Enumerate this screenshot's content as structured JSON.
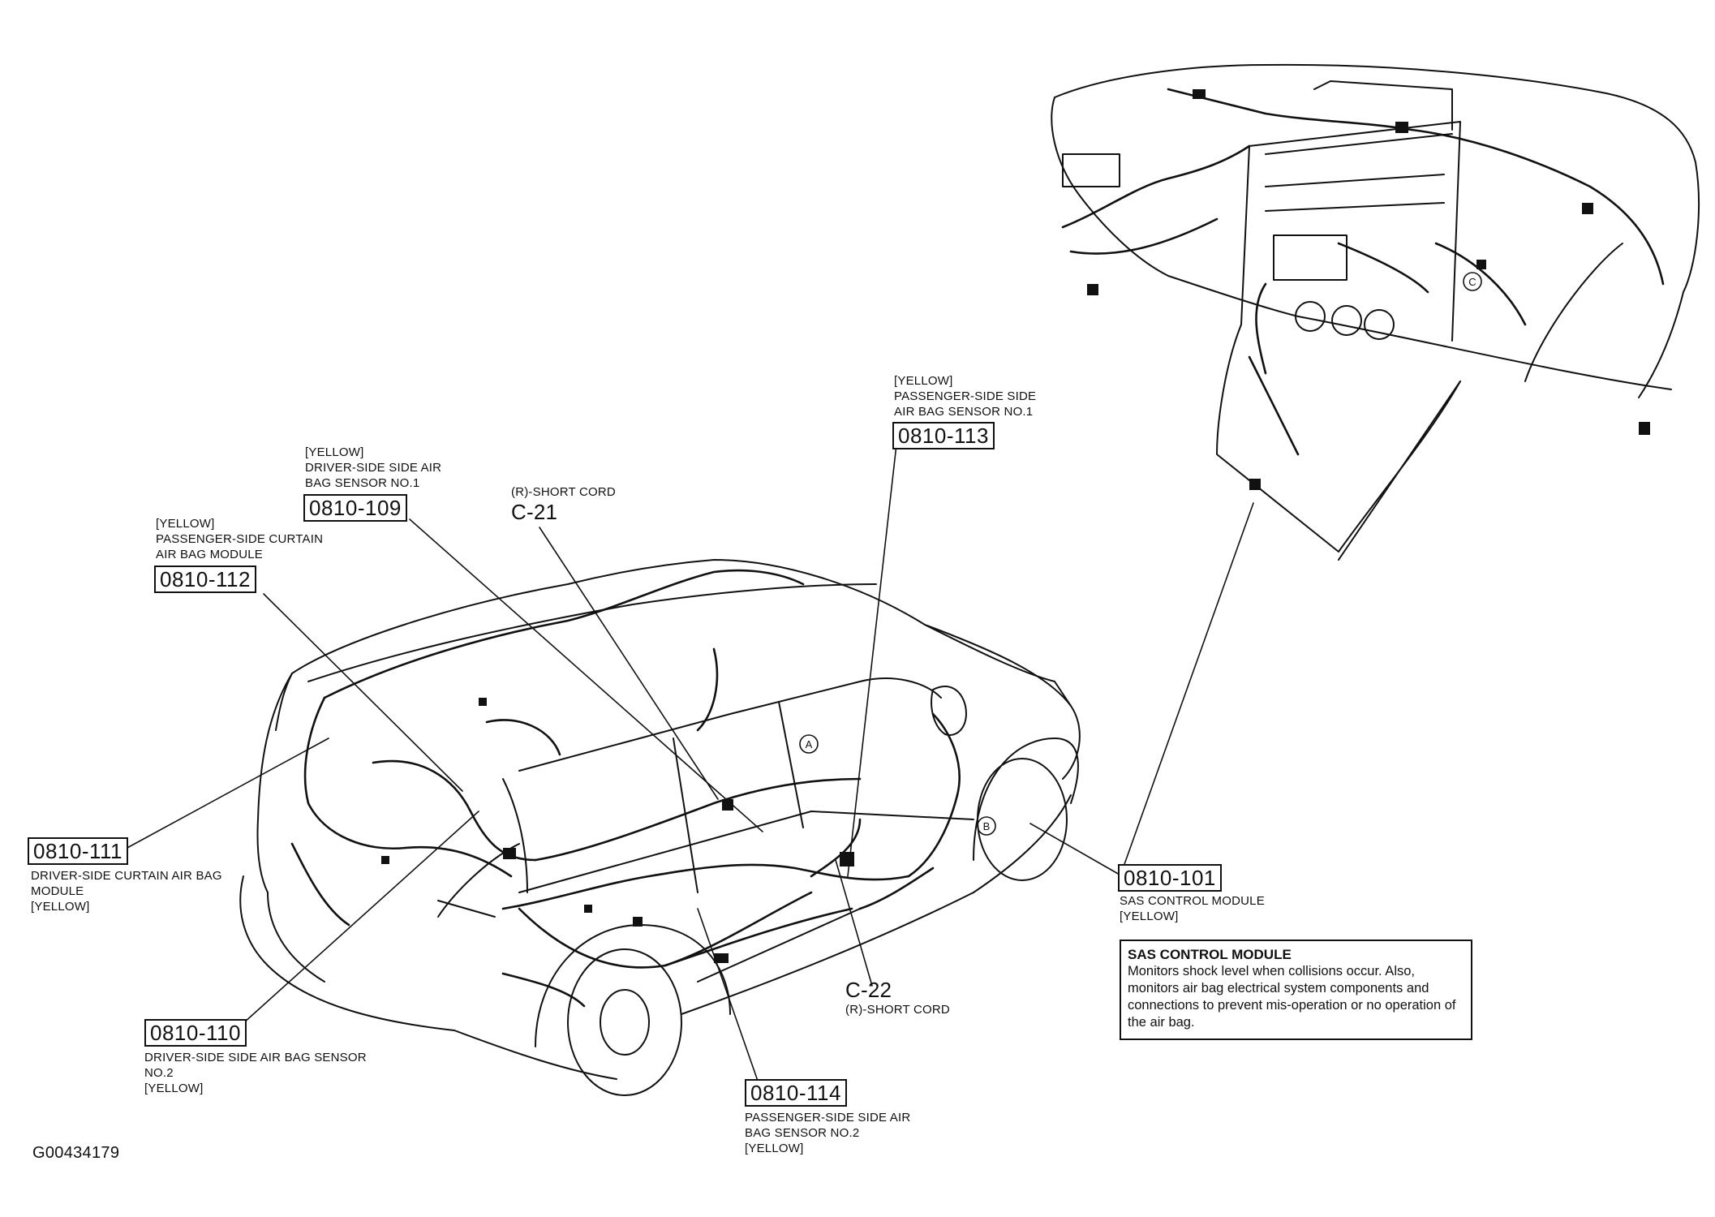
{
  "labels": {
    "c109": {
      "color": "[YELLOW]",
      "line1": "DRIVER-SIDE SIDE AIR",
      "line2": "BAG SENSOR NO.1",
      "code": "0810-109"
    },
    "c112": {
      "color": "[YELLOW]",
      "line1": "PASSENGER-SIDE CURTAIN",
      "line2": "AIR BAG MODULE",
      "code": "0810-112"
    },
    "c113": {
      "color": "[YELLOW]",
      "line1": "PASSENGER-SIDE SIDE",
      "line2": "AIR BAG SENSOR NO.1",
      "code": "0810-113"
    },
    "c21": {
      "desc": "(R)-SHORT CORD",
      "code": "C-21"
    },
    "c22": {
      "code": "C-22",
      "desc": "(R)-SHORT CORD"
    },
    "c111": {
      "code": "0810-111",
      "line1": "DRIVER-SIDE CURTAIN AIR BAG",
      "line2": "MODULE",
      "color": "[YELLOW]"
    },
    "c110": {
      "code": "0810-110",
      "line1": "DRIVER-SIDE SIDE AIR BAG SENSOR",
      "line2": "NO.2",
      "color": "[YELLOW]"
    },
    "c114": {
      "code": "0810-114",
      "line1": "PASSENGER-SIDE SIDE AIR",
      "line2": "BAG SENSOR NO.2",
      "color": "[YELLOW]"
    },
    "c101": {
      "code": "0810-101",
      "line1": "SAS CONTROL MODULE",
      "color": "[YELLOW]"
    }
  },
  "callout": {
    "title": "SAS CONTROL MODULE",
    "body": "Monitors shock level when collisions occur. Also, monitors air bag electrical system components and connections to prevent mis-operation or no operation of the air bag."
  },
  "markers": {
    "a": "A",
    "b": "B",
    "c": "C"
  },
  "figure_id": "G00434179"
}
